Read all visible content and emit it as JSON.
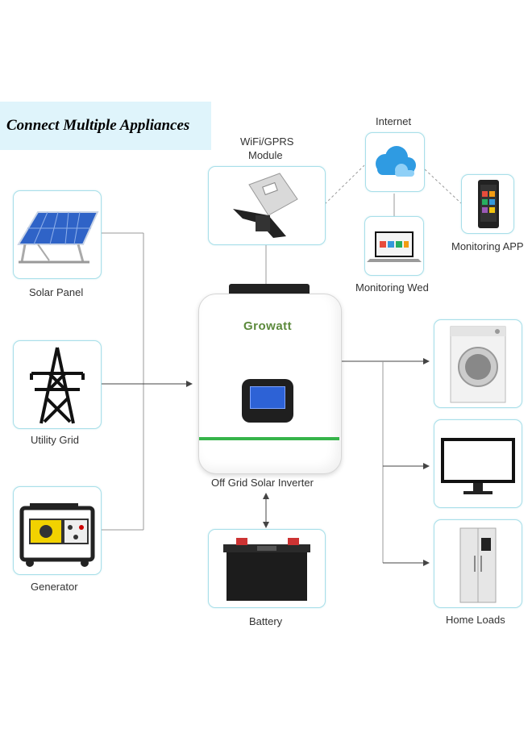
{
  "title": "Connect Multiple Appliances",
  "labels": {
    "solar_panel": "Solar Panel",
    "utility_grid": "Utility Grid",
    "generator": "Generator",
    "wifi_module": [
      "WiFi/GPRS",
      "Module"
    ],
    "internet": "Internet",
    "monitoring_app": "Monitoring APP",
    "monitoring_web": "Monitoring Wed",
    "inverter": "Off Grid Solar Inverter",
    "battery": "Battery",
    "home_loads": "Home Loads"
  },
  "inverter_brand": "Growatt",
  "colors": {
    "box_border": "#a8dfe9",
    "banner_bg": "#dff4fb",
    "brand_green": "#5c8a3c",
    "stripe_green": "#36b44a",
    "lcd_blue": "#2d62d6"
  },
  "icons": [
    "solar-panel-icon",
    "transmission-tower-icon",
    "generator-icon",
    "wifi-module-icon",
    "cloud-icon",
    "smartphone-icon",
    "laptop-icon",
    "washing-machine-icon",
    "monitor-icon",
    "refrigerator-icon",
    "battery-icon"
  ]
}
